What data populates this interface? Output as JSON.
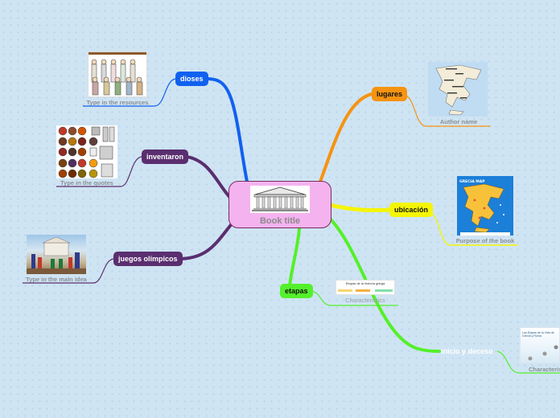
{
  "center": {
    "title": "Book title"
  },
  "branches": {
    "dioses": {
      "label": "dioses",
      "caption": "Type in the resources"
    },
    "inventaron": {
      "label": "inventaron",
      "caption": "Type in the quotes"
    },
    "juegos": {
      "label": "juegos olímpicos",
      "caption": "Type in the main idea"
    },
    "lugares": {
      "label": "lugares",
      "caption": "Author name"
    },
    "ubicacion": {
      "label": "ubicación",
      "caption": "Purpose of the book",
      "map_title": "GRECIA MAP"
    },
    "etapas": {
      "label": "etapas",
      "caption": "Characteristics",
      "card_title": "Etapas de la historia griega"
    },
    "inicio": {
      "label": "inicio y deceso",
      "caption": "Characteris",
      "card_title": "Las Etapas de la Vida de Grecia y Roma"
    }
  },
  "colors": {
    "blue": "#1161f0",
    "purple": "#5a2e6f",
    "orange": "#f59311",
    "yellow": "#f5f507",
    "green": "#54f02b",
    "center": "#f4b3ef"
  }
}
